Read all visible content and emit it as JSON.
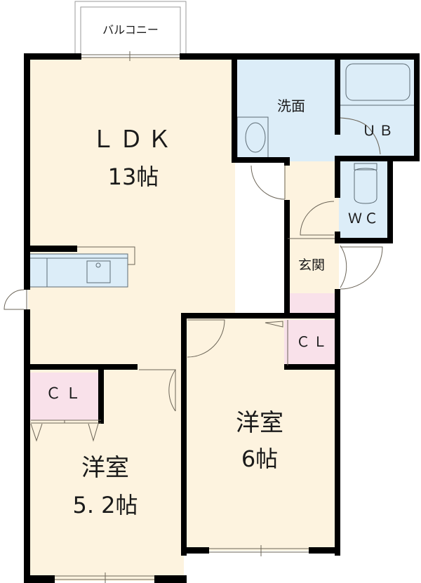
{
  "floorplan": {
    "colors": {
      "floor": "#fdf3df",
      "wet": "#dcedf8",
      "closet": "#f9e1ea",
      "wall": "#000000",
      "line": "#6b6457"
    },
    "balcony": {
      "label": "バルコニー"
    },
    "rooms": [
      {
        "id": "ldk",
        "name": "ＬＤＫ",
        "size": "13帖"
      },
      {
        "id": "washroom",
        "name": "洗面"
      },
      {
        "id": "bath",
        "name": "ＵＢ"
      },
      {
        "id": "toilet",
        "name": "ＷＣ"
      },
      {
        "id": "entrance",
        "name": "玄関"
      },
      {
        "id": "closet-right",
        "name": "ＣＬ"
      },
      {
        "id": "closet-left",
        "name": "ＣＬ"
      },
      {
        "id": "western-room-6",
        "name": "洋室",
        "size": "6帖"
      },
      {
        "id": "western-room-5",
        "name": "洋室",
        "size": "5. 2帖"
      }
    ]
  }
}
